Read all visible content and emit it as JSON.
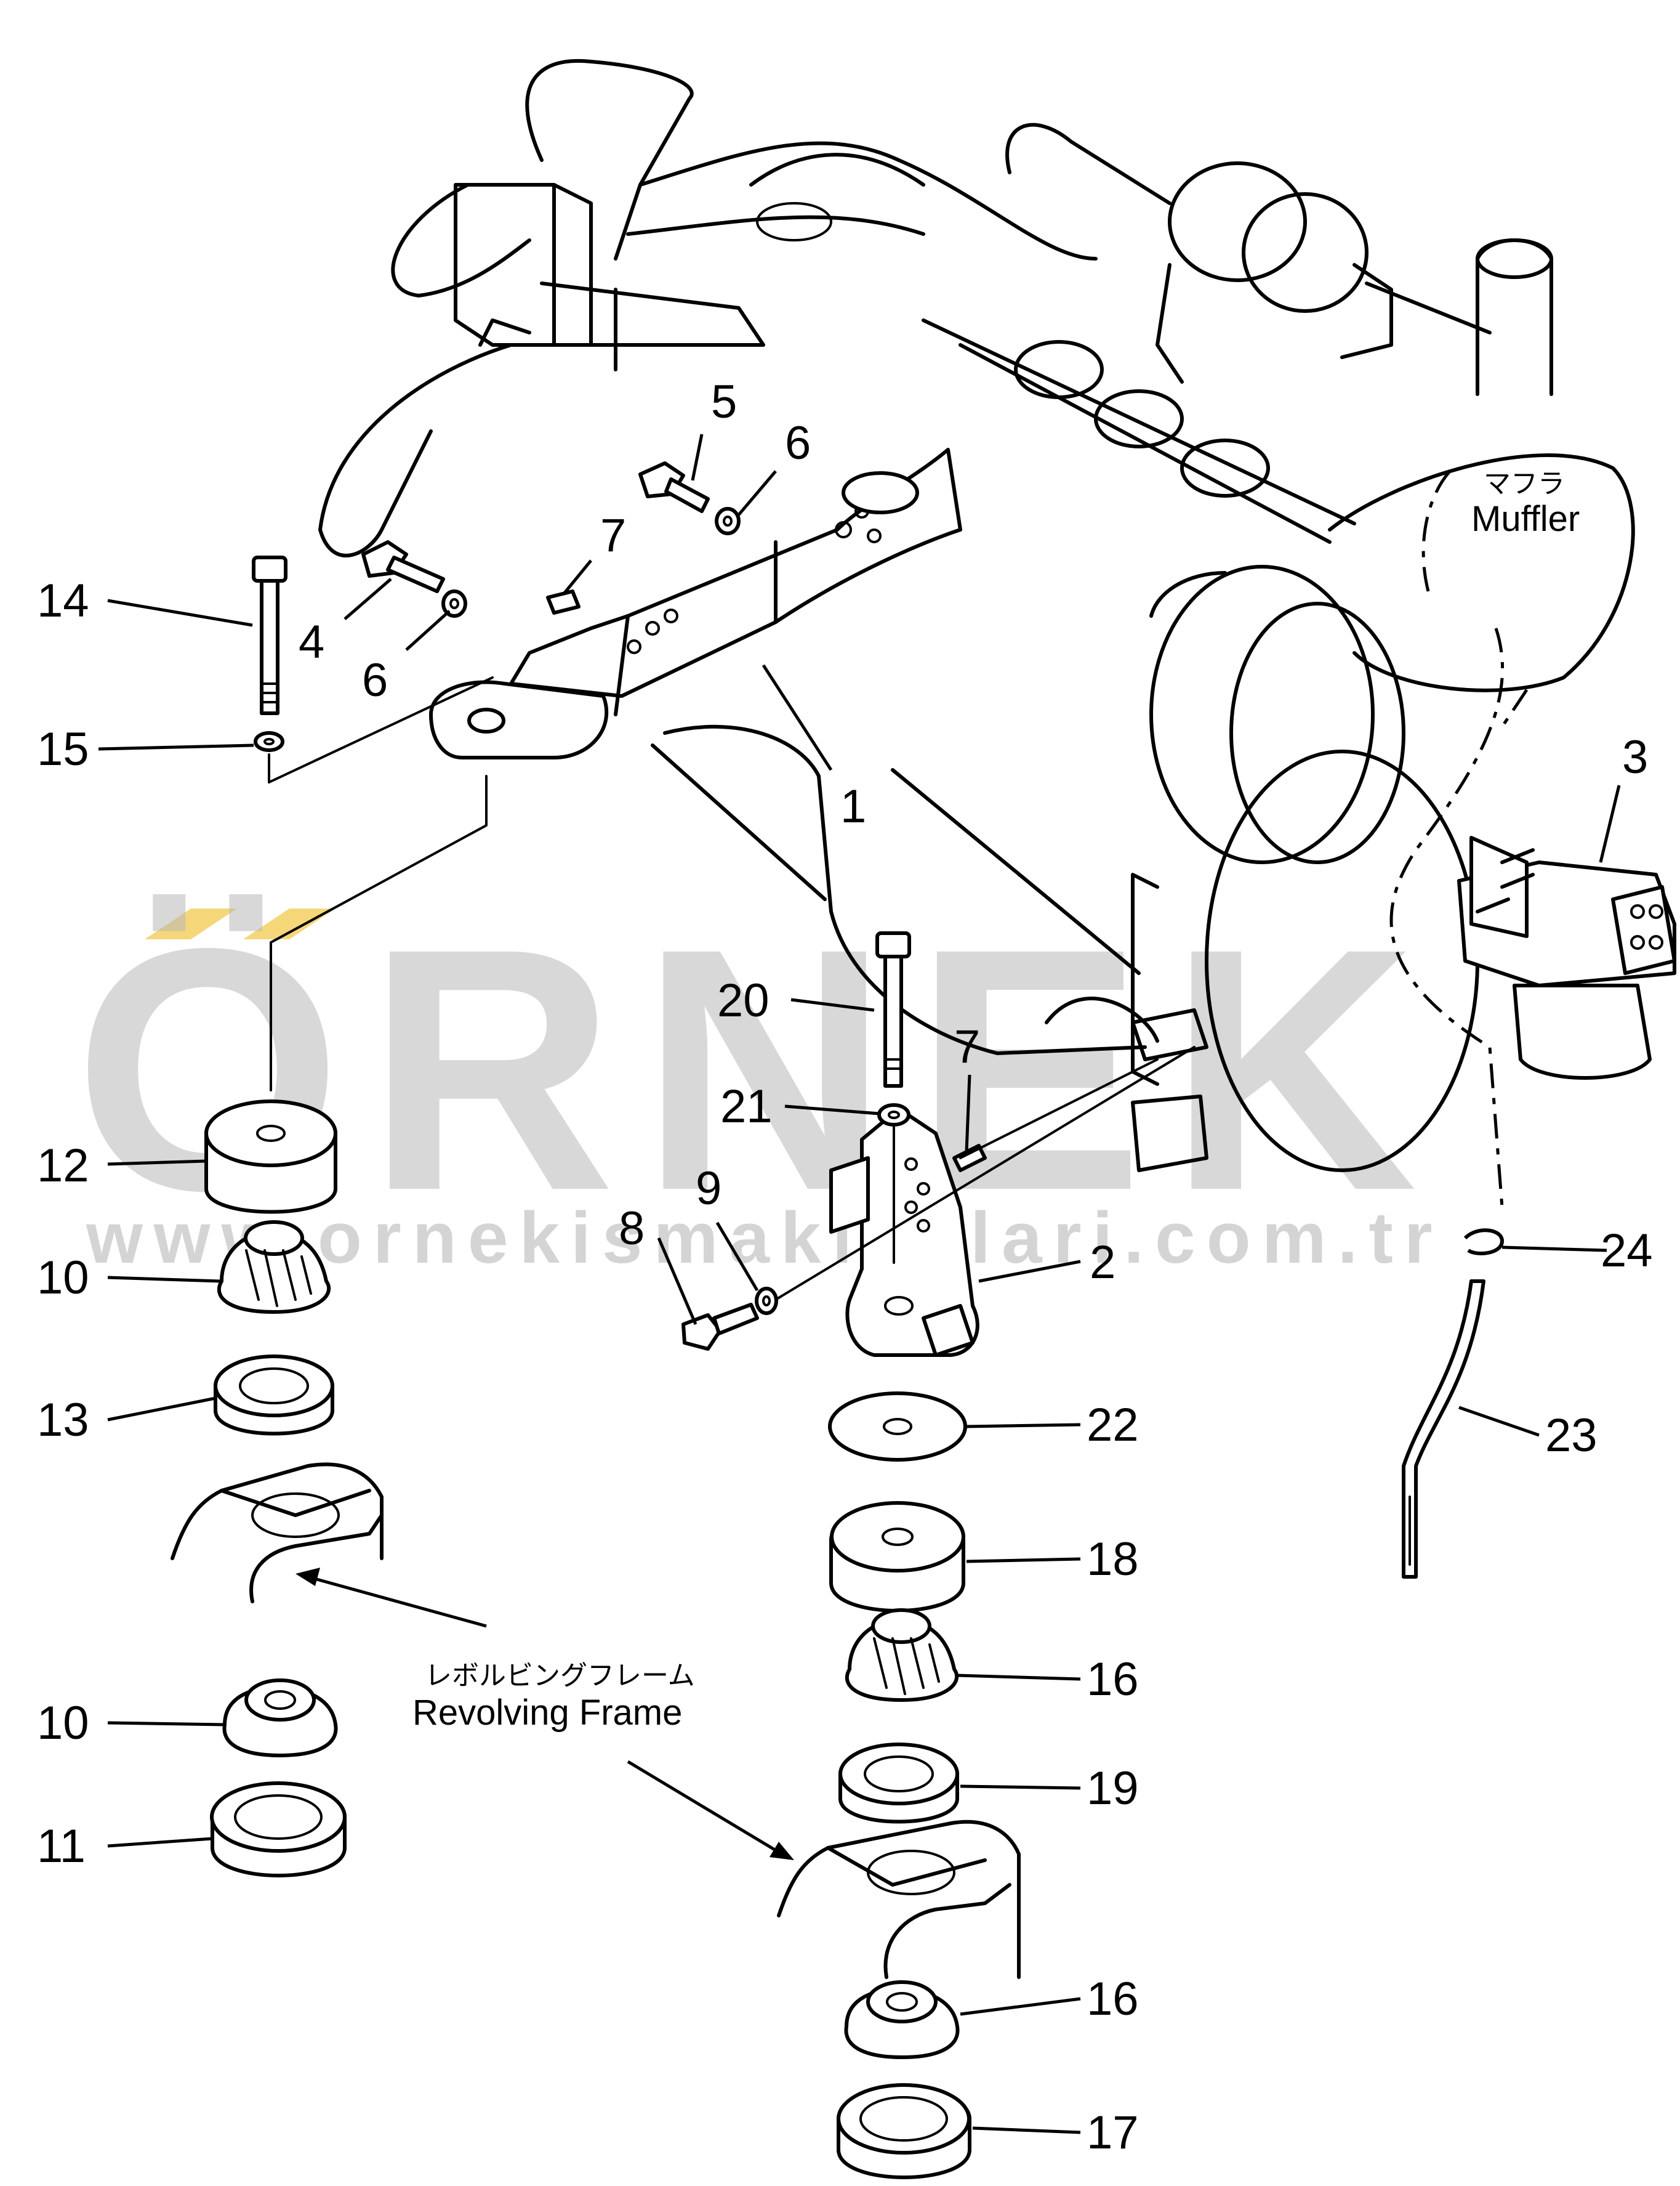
{
  "diagram": {
    "watermark": {
      "brand": "ÖRNEK",
      "url": "www.ornekismakinalari.com.tr",
      "accent_color": "#f5d77a",
      "text_color": "#b9b9b9"
    },
    "captions": {
      "muffler_jp": "マフラ",
      "muffler_en": "Muffler",
      "frame_jp": "レボルビングフレーム",
      "frame_en": "Revolving  Frame"
    },
    "part_labels": [
      "1",
      "2",
      "3",
      "4",
      "5",
      "6",
      "6",
      "7",
      "7",
      "8",
      "9",
      "10",
      "10",
      "11",
      "12",
      "13",
      "14",
      "15",
      "16",
      "16",
      "17",
      "18",
      "19",
      "20",
      "21",
      "22",
      "23",
      "24"
    ]
  }
}
